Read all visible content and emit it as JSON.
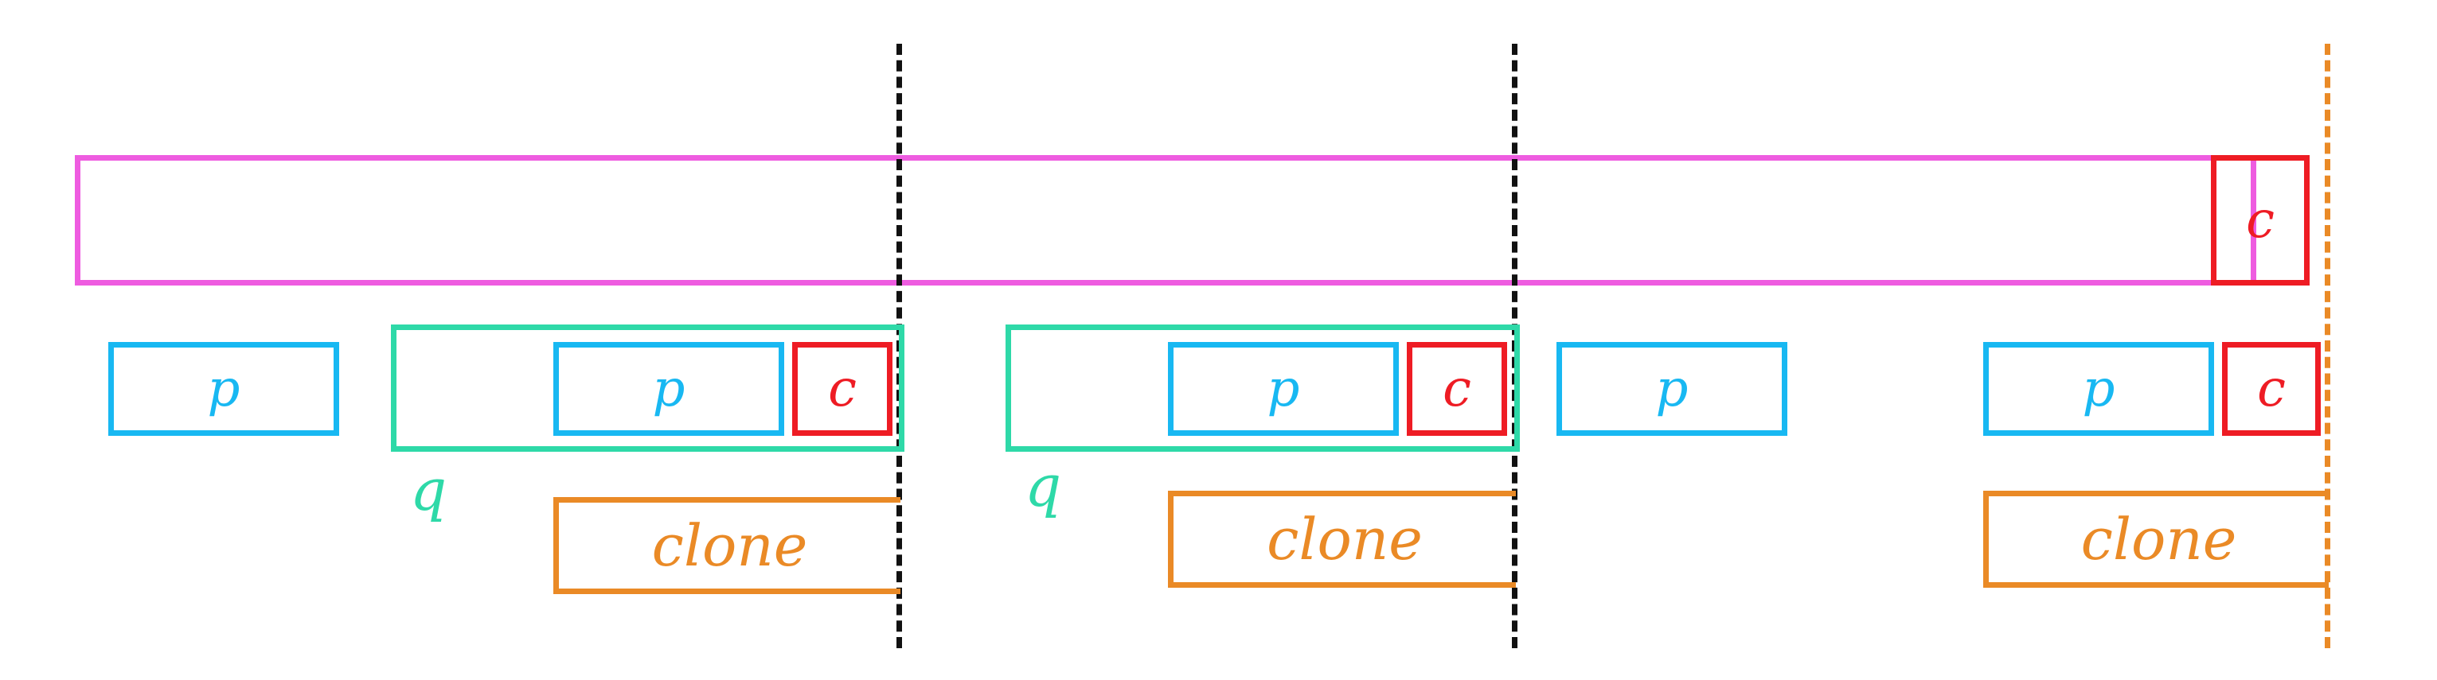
{
  "colors": {
    "pink": "#ee5ce0",
    "teal": "#2ed9a8",
    "blue": "#18b8f2",
    "red": "#ee1c24",
    "orange": "#ea8a26",
    "black": "#111111",
    "background": "#ffffff"
  },
  "labels": {
    "c": "c",
    "p": "p",
    "q": "q",
    "clone": "clone"
  }
}
